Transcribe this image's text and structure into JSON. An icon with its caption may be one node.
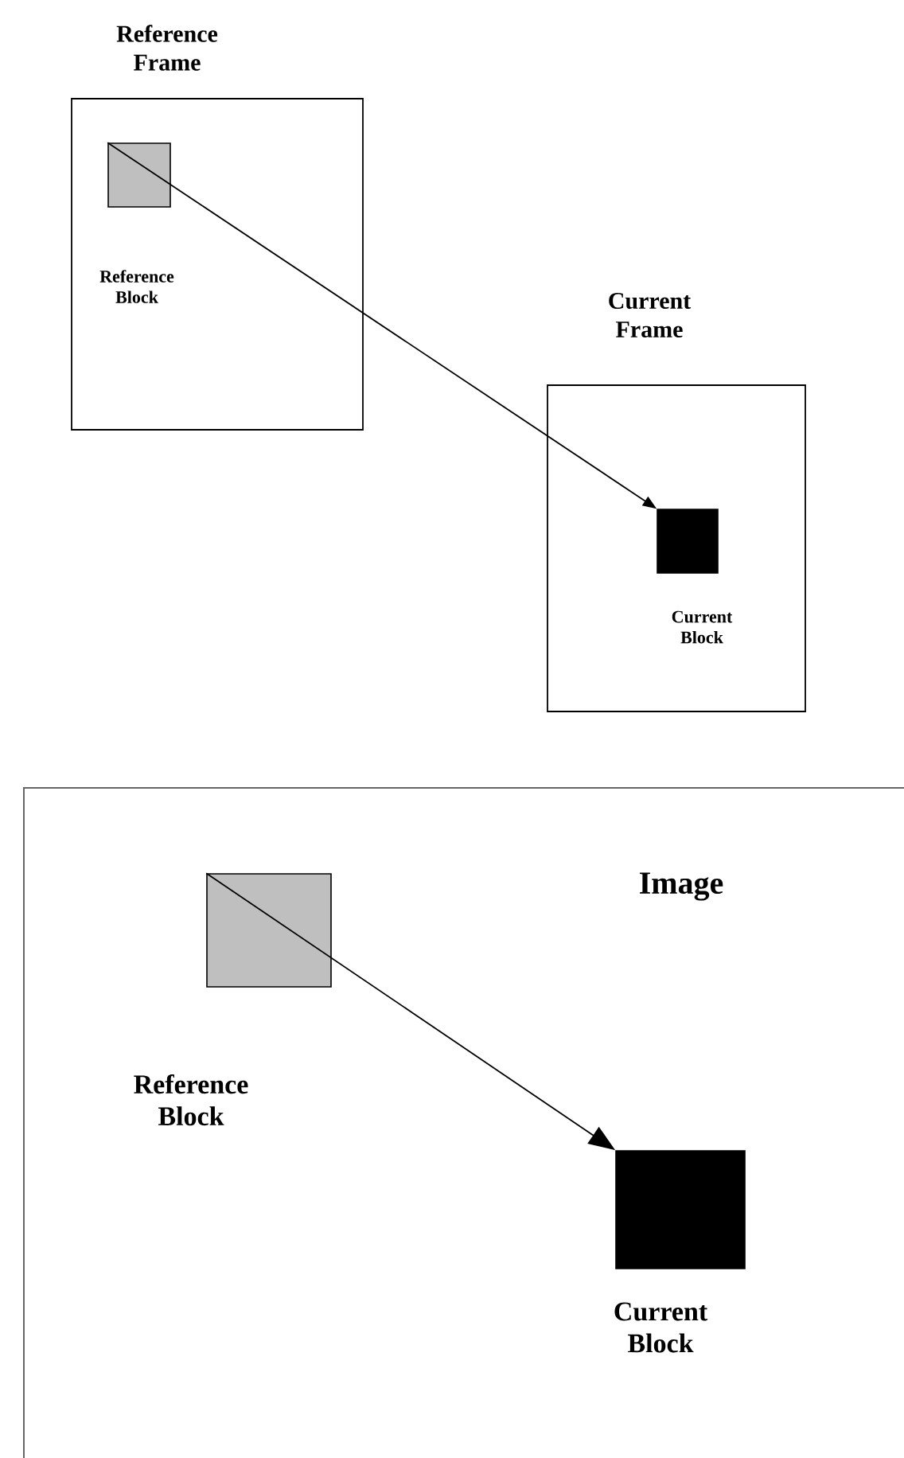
{
  "diagram": {
    "nodes": [
      {
        "text": [
          "Reference Frame"
        ]
      },
      {
        "text": [
          "Reference Block"
        ],
        "in": 0
      },
      {
        "text": [
          "Current Frame"
        ]
      },
      {
        "text": [
          "Current Block"
        ],
        "in": 2
      },
      {
        "text": [
          "Image"
        ]
      },
      {
        "text": [
          "Reference Block"
        ],
        "in": 4
      },
      {
        "text": [
          "Current Block"
        ],
        "in": 4
      }
    ],
    "edges": [
      {
        "from": 1,
        "to": 3,
        "arrow": "to"
      },
      {
        "from": 5,
        "to": 6,
        "arrow": "to"
      }
    ]
  }
}
